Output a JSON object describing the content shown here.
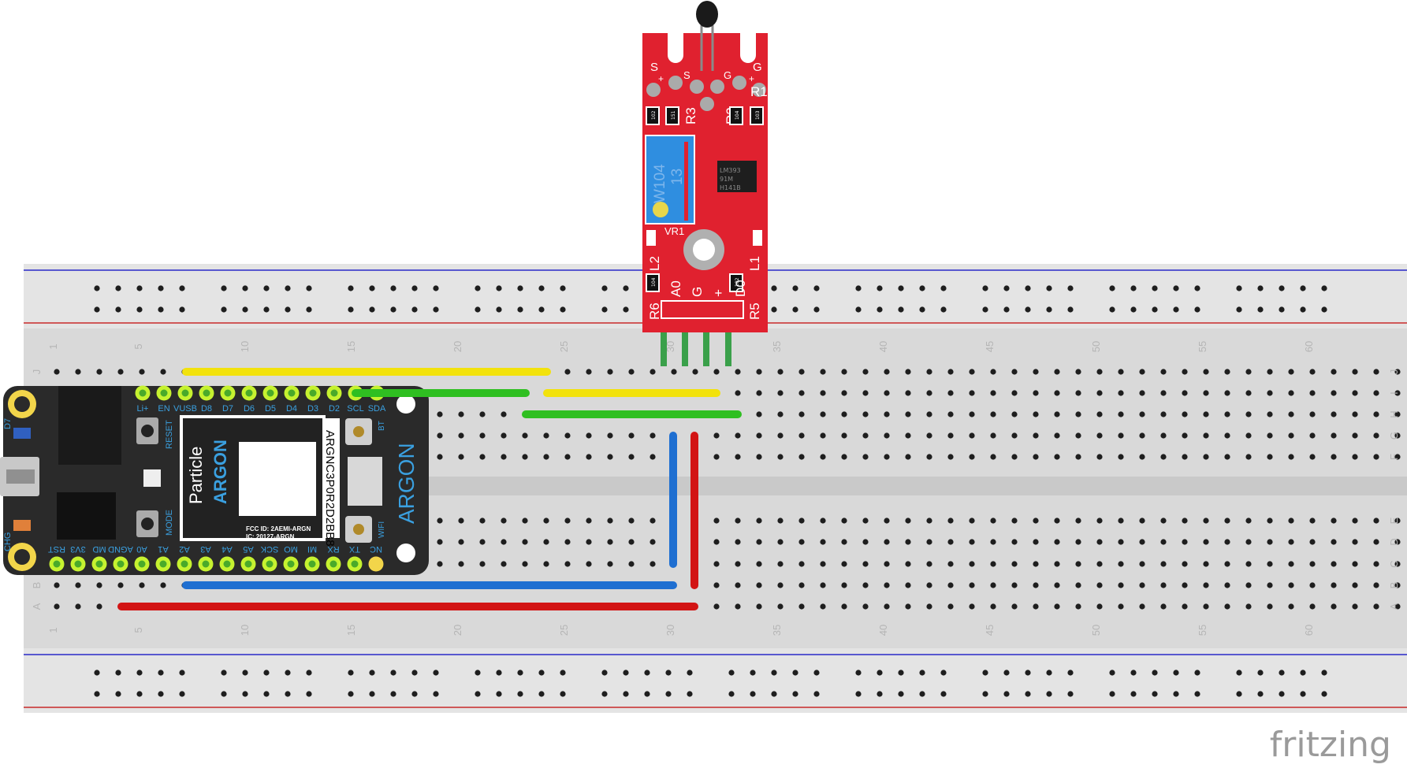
{
  "watermark": "fritzing",
  "breadboard": {
    "row_letters_top": [
      "J",
      "I",
      "H",
      "G",
      "F"
    ],
    "row_letters_bottom": [
      "E",
      "D",
      "C",
      "B",
      "A"
    ],
    "column_numbers": [
      "1",
      "5",
      "10",
      "15",
      "20",
      "25",
      "30",
      "35",
      "40",
      "45",
      "50",
      "55",
      "60"
    ]
  },
  "argon": {
    "brand": "Particle",
    "name": "ARGON",
    "side_label": "ARGON",
    "serial": "ARGNC3P0R2D2BB8",
    "fcc": "FCC ID: 2AEMI-ARGN",
    "ic": "IC: 20127-ARGN",
    "top_pins": [
      "Li+",
      "EN",
      "VUSB",
      "D8",
      "D7",
      "D6",
      "D5",
      "D4",
      "D3",
      "D2",
      "SCL",
      "SDA"
    ],
    "bottom_pins": [
      "RST",
      "3V3",
      "MD",
      "AGND",
      "A0",
      "A1",
      "A2",
      "A3",
      "A4",
      "A5",
      "SCK",
      "MO",
      "MI",
      "RX",
      "TX",
      "NC"
    ],
    "buttons": [
      "RESET",
      "MODE"
    ],
    "antenna_labels": [
      "BT",
      "WIFI"
    ],
    "leds": [
      "D7",
      "CHG"
    ]
  },
  "sensor_module": {
    "pins": [
      "A0",
      "G",
      "+",
      "D0"
    ],
    "probe_labels": [
      "S",
      "+",
      "S",
      "G",
      "G",
      "+"
    ],
    "resistors": [
      "R1",
      "R2",
      "R3",
      "R5",
      "R6"
    ],
    "resistor_codes": [
      "102",
      "151",
      "104",
      "103",
      "104",
      "102"
    ],
    "pot_label": "VR1",
    "pot_text": [
      "W104",
      "13"
    ],
    "chip_text": [
      "LM393",
      "91M",
      "H141B"
    ],
    "leds": [
      "L1",
      "L2"
    ]
  },
  "wires": [
    {
      "color": "#f2e20c"
    },
    {
      "color": "#f2e20c"
    },
    {
      "color": "#2fbf21"
    },
    {
      "color": "#2fbf21"
    },
    {
      "color": "#1f6fd1"
    },
    {
      "color": "#1f6fd1"
    },
    {
      "color": "#d21414"
    },
    {
      "color": "#d21414"
    }
  ]
}
